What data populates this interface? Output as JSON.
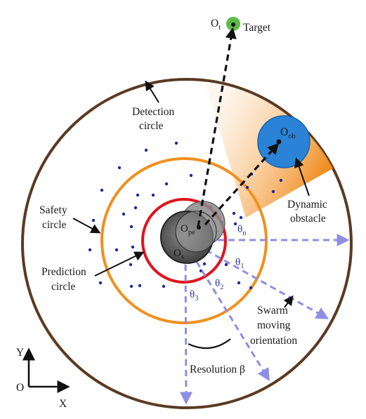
{
  "labels": {
    "target_symbol": "O",
    "target_sub": "t",
    "target": "Target",
    "detection_line1": "Detection",
    "detection_line2": "circle",
    "obstacle_symbol": "O",
    "obstacle_sub": "ob",
    "dynamic_line1": "Dynamic",
    "dynamic_line2": "obstacle",
    "safety_line1": "Safety",
    "safety_line2": "circle",
    "prediction_line1": "Prediction",
    "prediction_line2": "circle",
    "ope_symbol": "O",
    "ope_sub": "pe",
    "os_symbol": "O",
    "os_sub": "s",
    "theta_n": "θ",
    "theta_n_sub": "n",
    "theta_1": "θ",
    "theta_1_sub": "1",
    "theta_2": "θ",
    "theta_2_sub": "2",
    "theta_3": "θ",
    "theta_3_sub": "3",
    "swarm_line1": "Swarm",
    "swarm_line2": "moving",
    "swarm_line3": "orientation",
    "resolution": "Resolution β",
    "axis_y": "Y",
    "axis_x": "X",
    "axis_origin": "O"
  },
  "colors": {
    "detection": "#5a3a22",
    "safety": "#f0901e",
    "prediction": "#e0141e",
    "obstacle": "#2a83d6",
    "target": "#5cba45",
    "orientation": "#8e8ee6",
    "dots": "#1d2a9a"
  }
}
